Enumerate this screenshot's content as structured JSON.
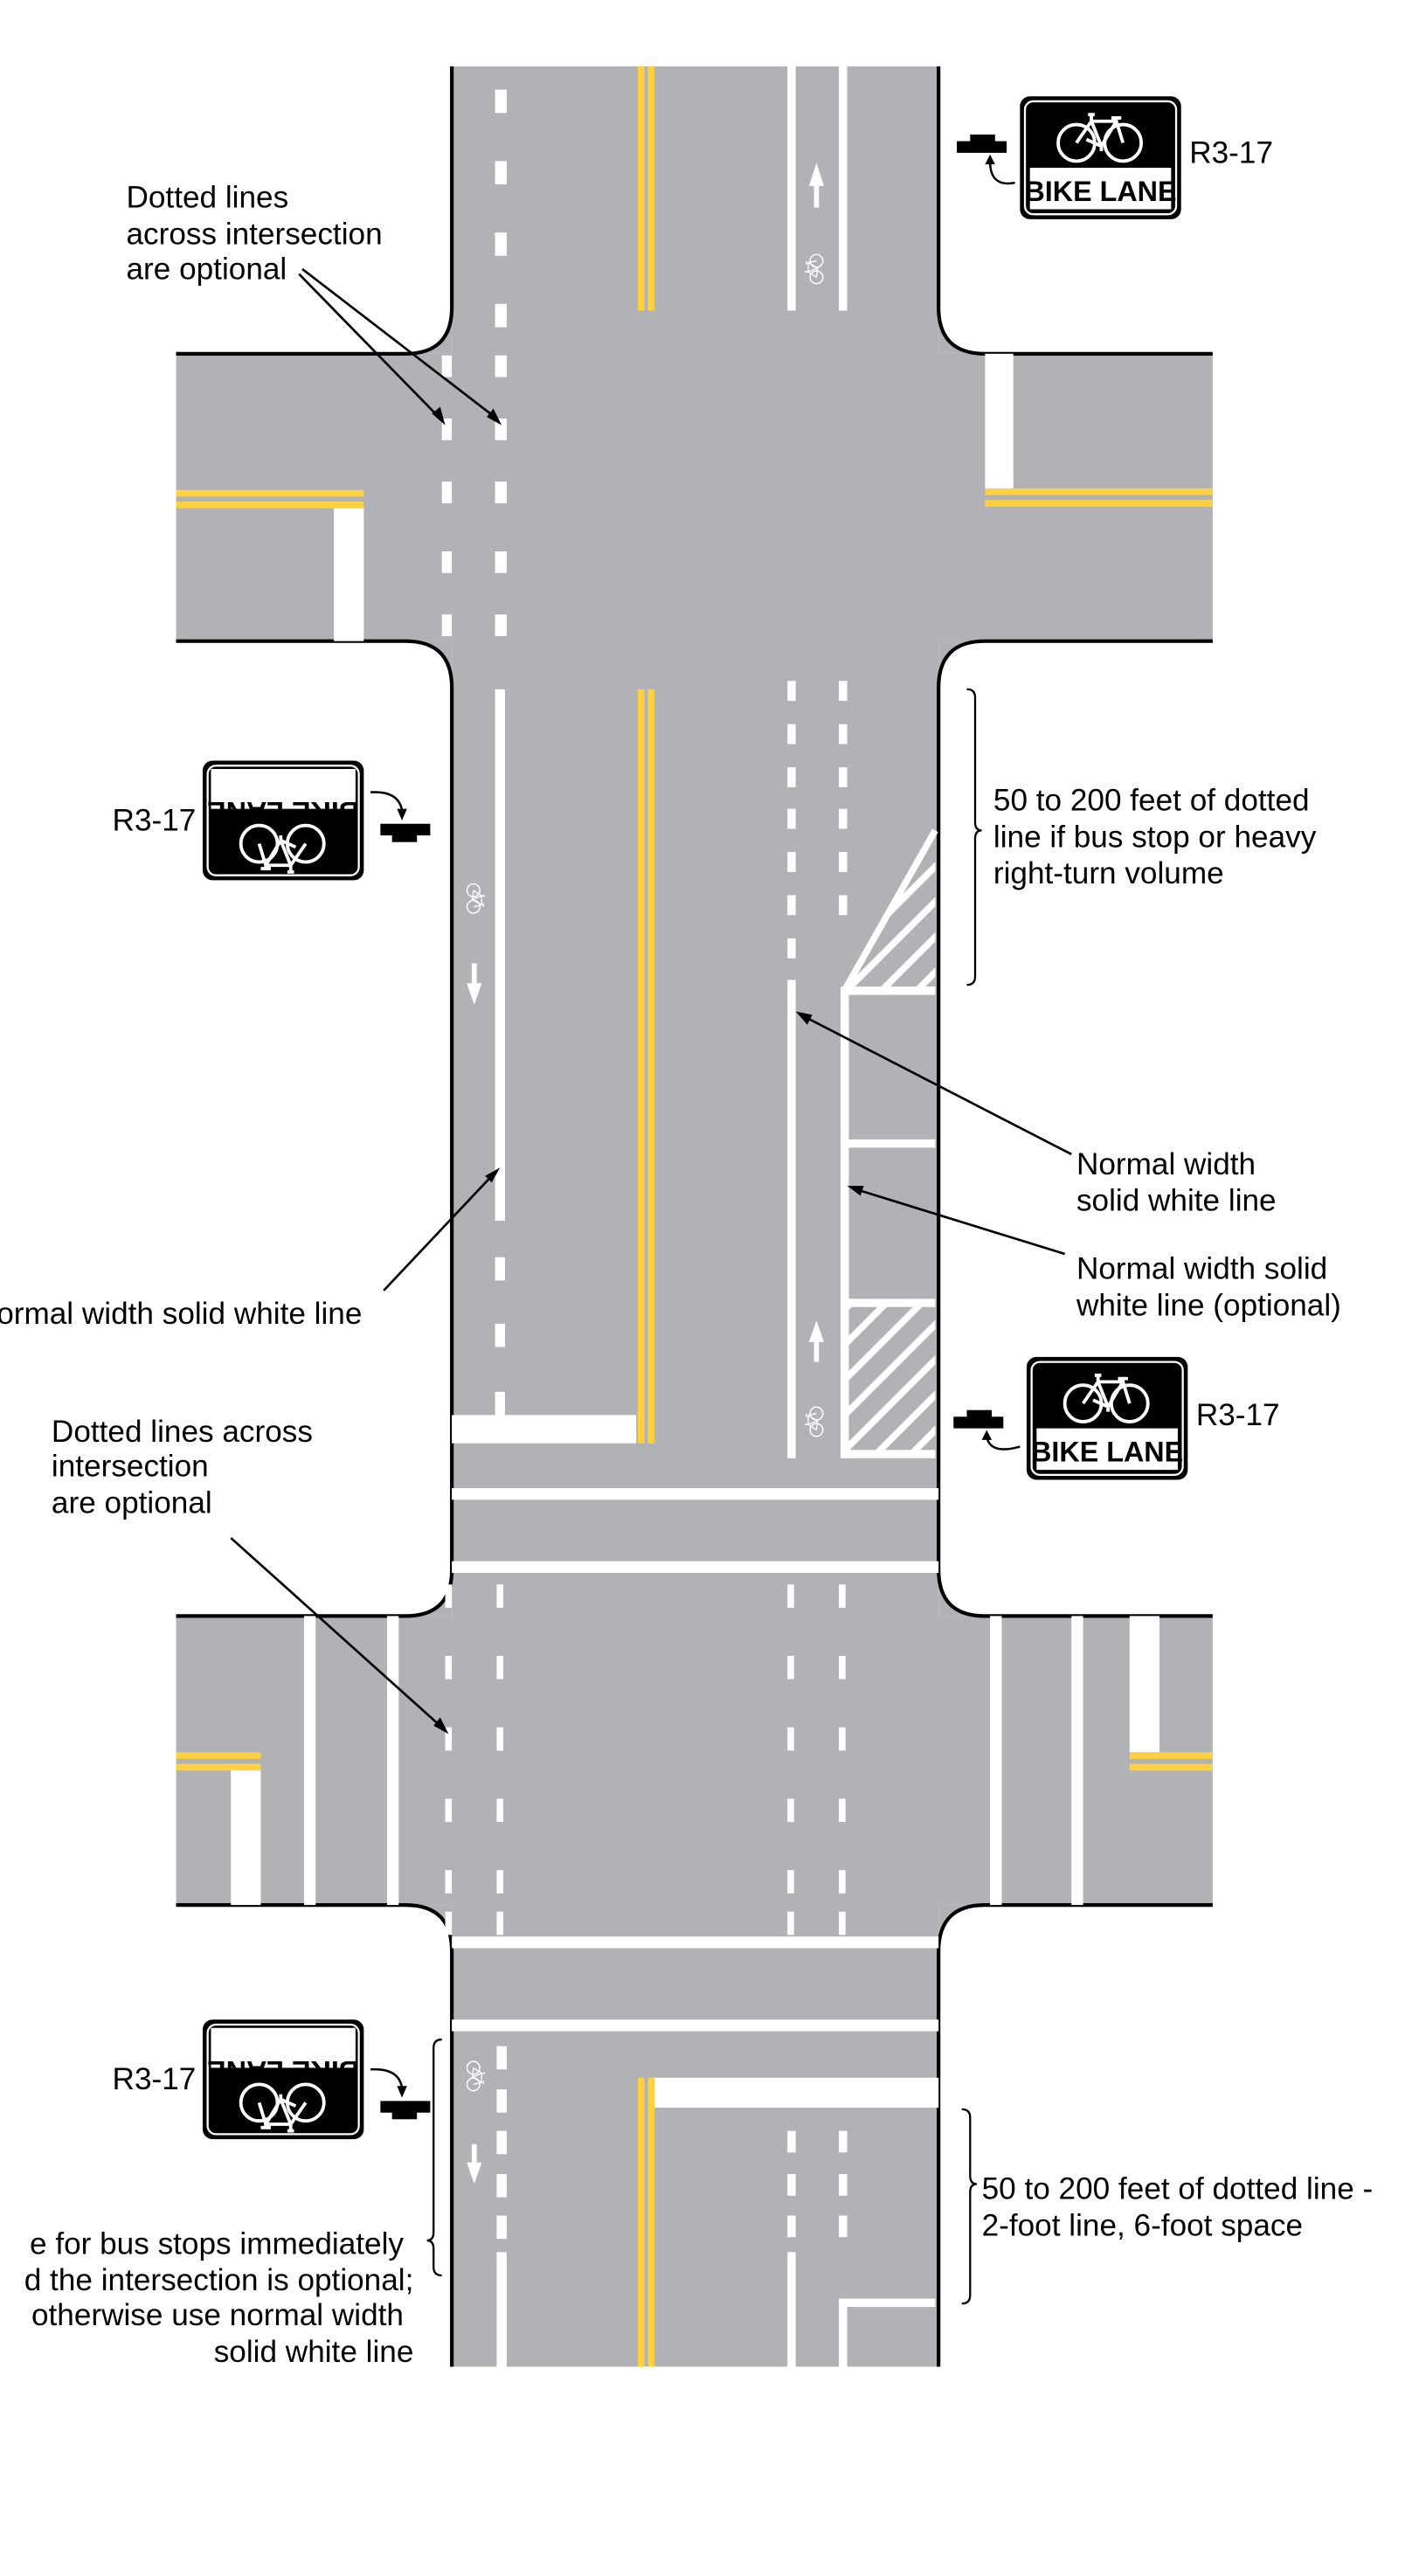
{
  "colors": {
    "pavement": "#B1B2B5",
    "white_marking": "#FFFFFF",
    "yellow_centerline": "#FFD040",
    "sign_background": "#000000",
    "curb": "#000000"
  },
  "signs": [
    {
      "code": "R3-17",
      "legend": "BIKE LANE",
      "symbol": "bicycle-icon",
      "orientation": "upright",
      "location": "top-right"
    },
    {
      "code": "R3-17",
      "legend": "BIKE LANE",
      "symbol": "bicycle-icon",
      "orientation": "inverted",
      "location": "upper-left"
    },
    {
      "code": "R3-17",
      "legend": "BIKE LANE",
      "symbol": "bicycle-icon",
      "orientation": "upright",
      "location": "middle-right"
    },
    {
      "code": "R3-17",
      "legend": "BIKE LANE",
      "symbol": "bicycle-icon",
      "orientation": "inverted",
      "location": "lower-left"
    }
  ],
  "annotations": {
    "dotted_top": [
      "Dotted lines",
      "across intersection",
      "are optional"
    ],
    "bus_stop_top": [
      "50 to 200 feet of dotted",
      "line if bus stop or heavy",
      "right-turn volume"
    ],
    "normal_solid": [
      "Normal width",
      "solid white line"
    ],
    "normal_solid_optional": [
      "Normal width solid",
      "white line (optional)"
    ],
    "normal_left": "ormal width solid white line",
    "dotted_middle": [
      "Dotted lines across",
      "intersection",
      "are optional"
    ],
    "dotted_bottom_right": [
      "50 to 200 feet of dotted line -",
      "2-foot line, 6-foot space"
    ],
    "bus_stop_bottom_left": [
      "e for bus stops immediately",
      "d the intersection is optional;",
      "otherwise use normal width",
      "solid white line"
    ]
  },
  "pavement_symbols": [
    "bicycle-icon",
    "arrow-up-icon",
    "arrow-down-icon"
  ]
}
